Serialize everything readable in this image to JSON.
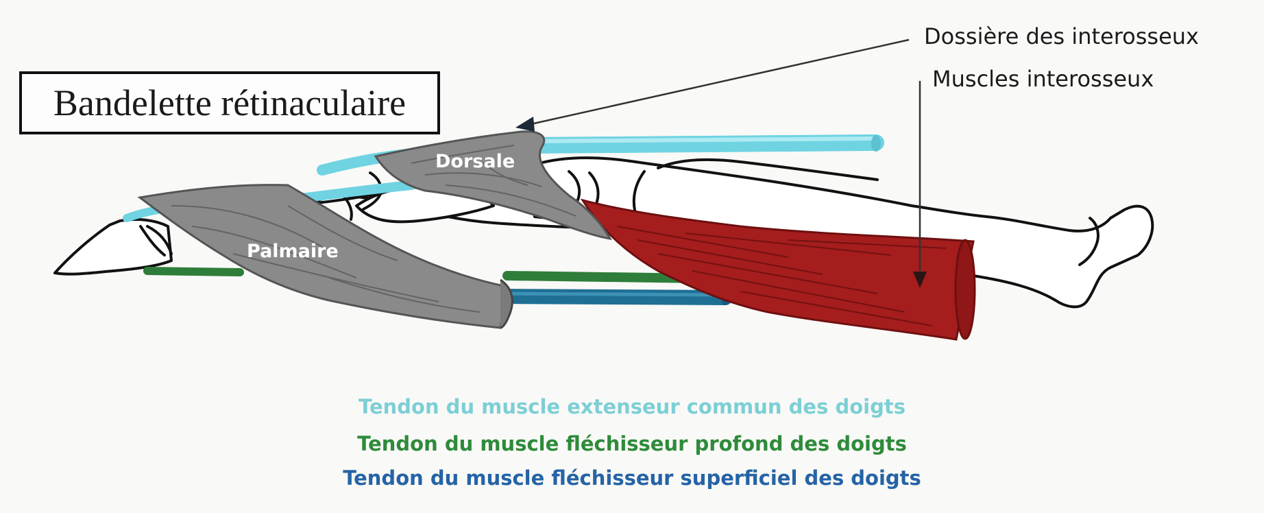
{
  "title": "Bandelette rétinaculaire",
  "callouts": {
    "interosseous_hood": "Dossière des interosseux",
    "interosseous_muscles": "Muscles interosseux"
  },
  "band_labels": {
    "dorsal": "Dorsale",
    "palmar": "Palmaire"
  },
  "legend": [
    {
      "text": "Tendon du muscle extenseur commun des doigts",
      "color": "#7ccfd5"
    },
    {
      "text": "Tendon du muscle fléchisseur profond des doigts",
      "color": "#2e8b3a"
    },
    {
      "text": "Tendon du muscle fléchisseur superficiel des doigts",
      "color": "#2563a6"
    }
  ],
  "colors": {
    "extensor_tendon": "#6fd3e2",
    "flexor_profundus_tendon": "#2f7d3a",
    "flexor_superficialis_tendon": "#1f6f95",
    "retinacular_band": "#8a8a8a",
    "interosseous_muscle": "#a51d1d",
    "bone_outline": "#111111"
  }
}
